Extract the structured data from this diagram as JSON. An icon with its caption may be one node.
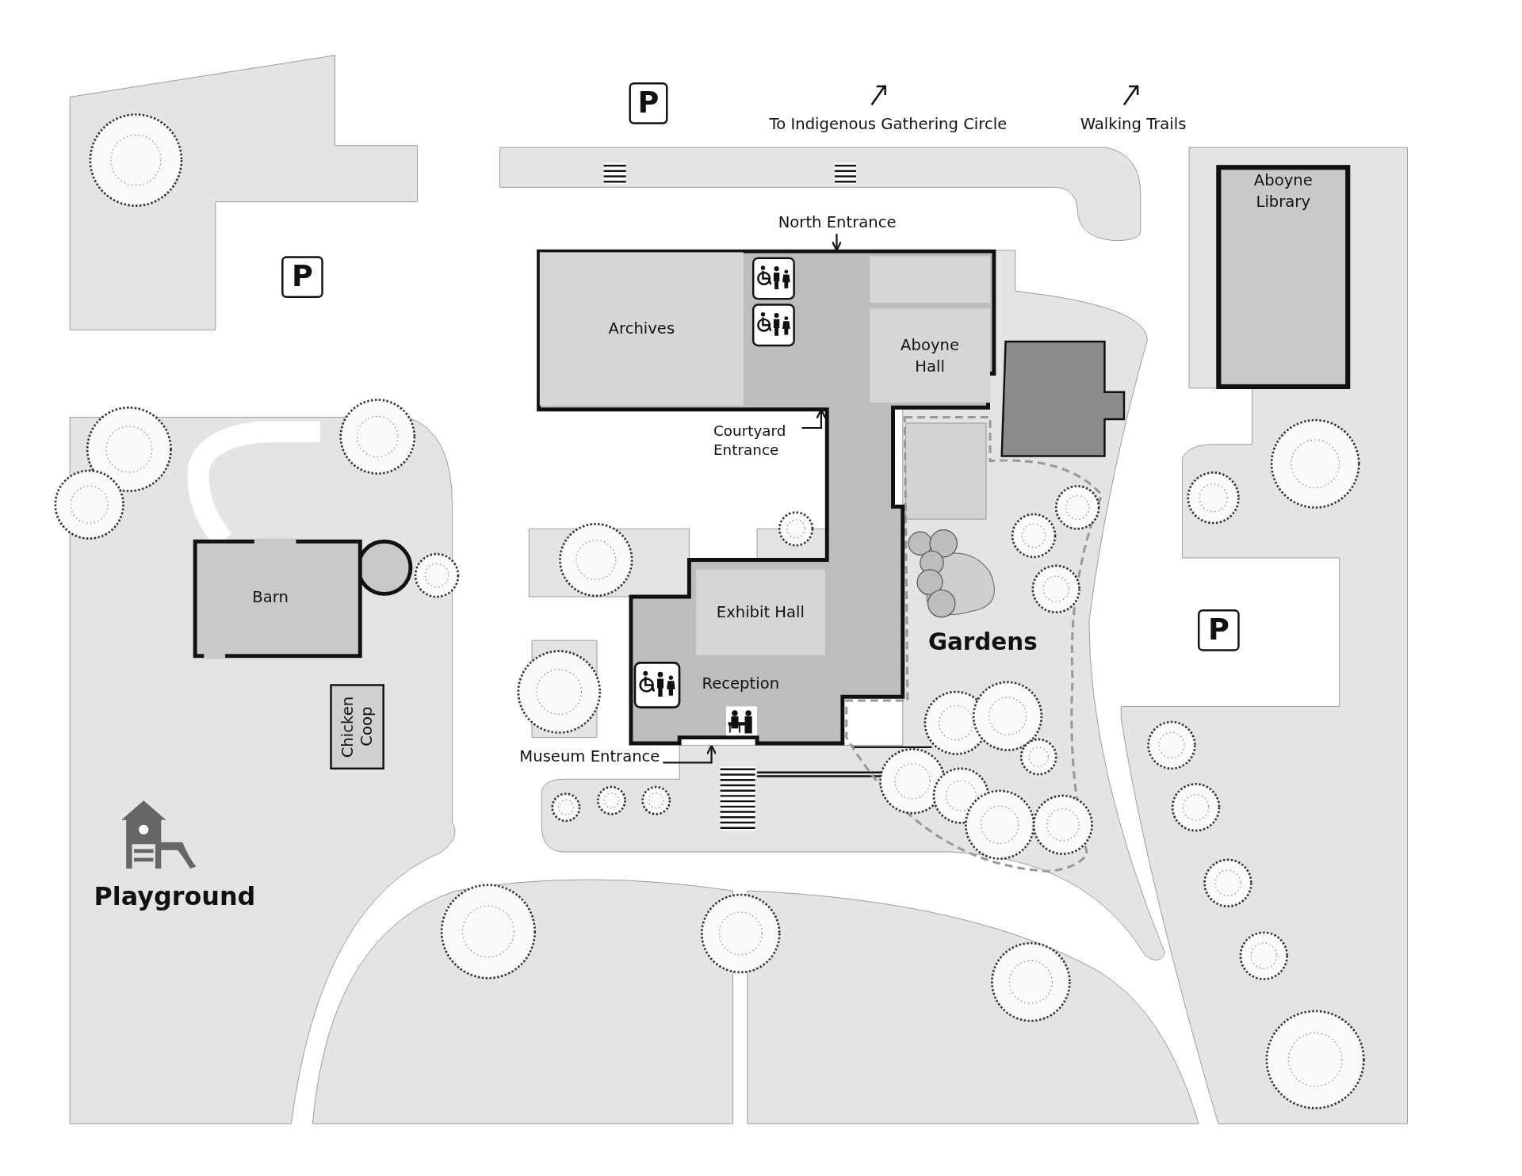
{
  "diagram": {
    "nodes": [
      {
        "text": [
          "P"
        ]
      },
      {
        "text": [
          "North Entrance"
        ]
      },
      {
        "text": [
          "Aboyne Library"
        ]
      },
      {
        "text": [
          "P"
        ]
      },
      {
        "text": [],
        "shape": "box"
      },
      {
        "text": [
          "Archives"
        ],
        "in": 4
      },
      {
        "text": [
          "Aboyne Hall"
        ],
        "in": 4
      },
      {
        "text": [],
        "shape": "box"
      },
      {
        "text": [
          "Courtyard Entrance"
        ]
      },
      {
        "text": [
          "Barn"
        ]
      },
      {
        "text": [
          "P"
        ]
      },
      {
        "text": [
          "Exhibit Hall"
        ],
        "in": 4
      },
      {
        "text": [
          "Reception"
        ],
        "in": 4
      },
      {
        "text": [
          "Museum Entrance"
        ]
      },
      {
        "text": [
          "Chicken Coop"
        ]
      }
    ],
    "edges": [
      {
        "from": 1,
        "to": 4,
        "arrow": "to"
      },
      {
        "from": 8,
        "to": 4,
        "arrow": "to"
      },
      {
        "from": 13,
        "to": 4,
        "arrow": "to"
      }
    ],
    "labels": [
      "To Indigenous Gathering Circle",
      "Walking Trails",
      "Gardens",
      "Playground"
    ]
  }
}
